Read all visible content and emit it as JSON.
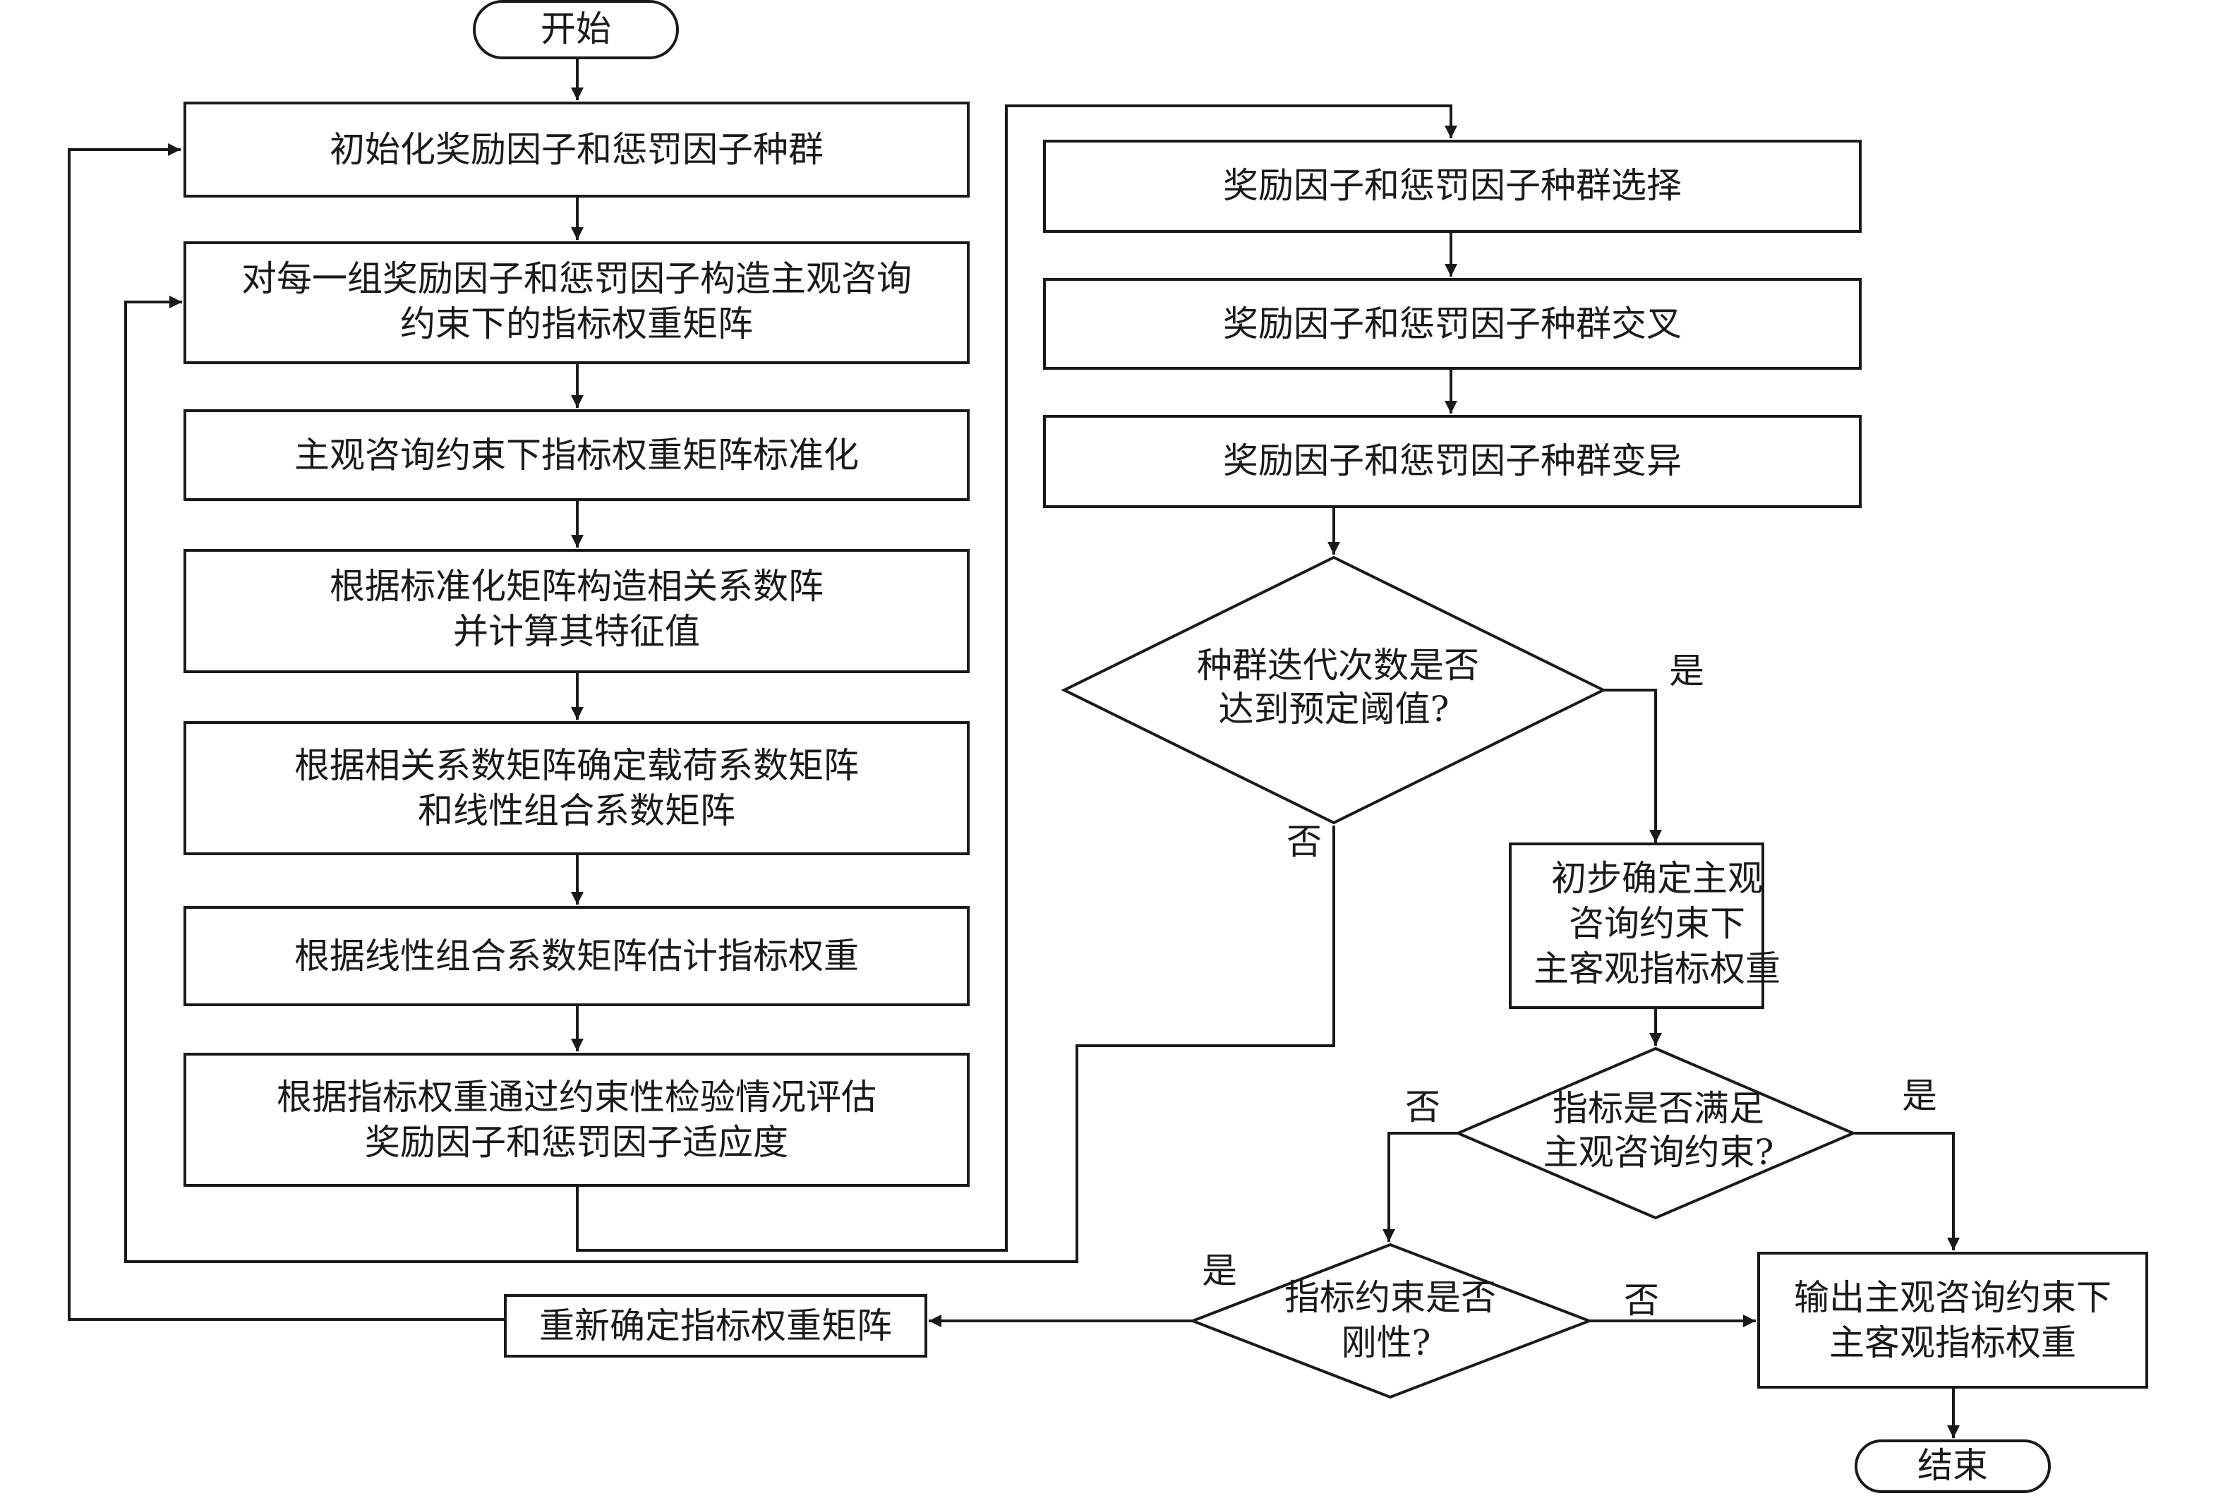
{
  "nodes": {
    "start": "开始",
    "init_population": "初始化奖励因子和惩罚因子种群",
    "construct_matrix": [
      "对每一组奖励因子和惩罚因子构造主观咨询",
      "约束下的指标权重矩阵"
    ],
    "standardize": "主观咨询约束下指标权重矩阵标准化",
    "correlation": [
      "根据标准化矩阵构造相关系数阵",
      "并计算其特征值"
    ],
    "loading": [
      "根据相关系数矩阵确定载荷系数矩阵",
      "和线性组合系数矩阵"
    ],
    "estimate_weight": "根据线性组合系数矩阵估计指标权重",
    "fitness": [
      "根据指标权重通过约束性检验情况评估",
      "奖励因子和惩罚因子适应度"
    ],
    "selection": "奖励因子和惩罚因子种群选择",
    "crossover": "奖励因子和惩罚因子种群交叉",
    "mutation": "奖励因子和惩罚因子种群变异",
    "iteration_check": [
      "种群迭代次数是否",
      "达到预定阈值?"
    ],
    "preliminary_weight": [
      "初步确定主观",
      "咨询约束下",
      "主客观指标权重"
    ],
    "constraint_check": [
      "指标是否满足",
      "主观咨询约束?"
    ],
    "rigid_check": [
      "指标约束是否",
      "刚性?"
    ],
    "redetermine": "重新确定指标权重矩阵",
    "output": [
      "输出主观咨询约束下",
      "主客观指标权重"
    ],
    "end": "结束"
  },
  "edges": {
    "iteration_yes": "是",
    "iteration_no": "否",
    "constraint_yes": "是",
    "constraint_no": "否",
    "rigid_yes": "是",
    "rigid_no": "否"
  },
  "colors": {
    "stroke": "#1a1a1a",
    "fill": "#ffffff"
  }
}
